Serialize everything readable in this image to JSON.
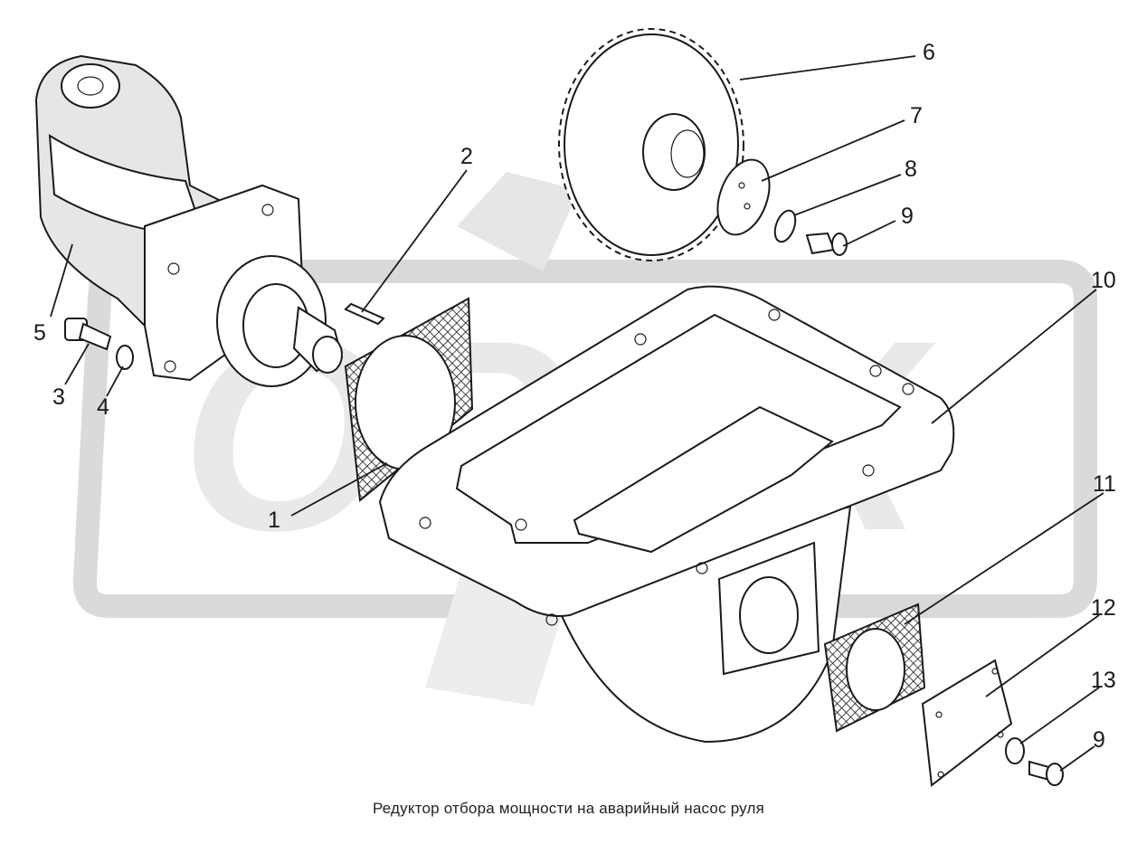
{
  "caption": "Редуктор отбора мощности на аварийный насос руля",
  "watermark": "OPEX",
  "callouts": [
    {
      "id": "c1",
      "label": "1"
    },
    {
      "id": "c2",
      "label": "2"
    },
    {
      "id": "c3",
      "label": "3"
    },
    {
      "id": "c4",
      "label": "4"
    },
    {
      "id": "c5",
      "label": "5"
    },
    {
      "id": "c6",
      "label": "6"
    },
    {
      "id": "c7",
      "label": "7"
    },
    {
      "id": "c8",
      "label": "8"
    },
    {
      "id": "c9a",
      "label": "9"
    },
    {
      "id": "c10",
      "label": "10"
    },
    {
      "id": "c11",
      "label": "11"
    },
    {
      "id": "c12",
      "label": "12"
    },
    {
      "id": "c13",
      "label": "13"
    },
    {
      "id": "c9b",
      "label": "9"
    }
  ]
}
